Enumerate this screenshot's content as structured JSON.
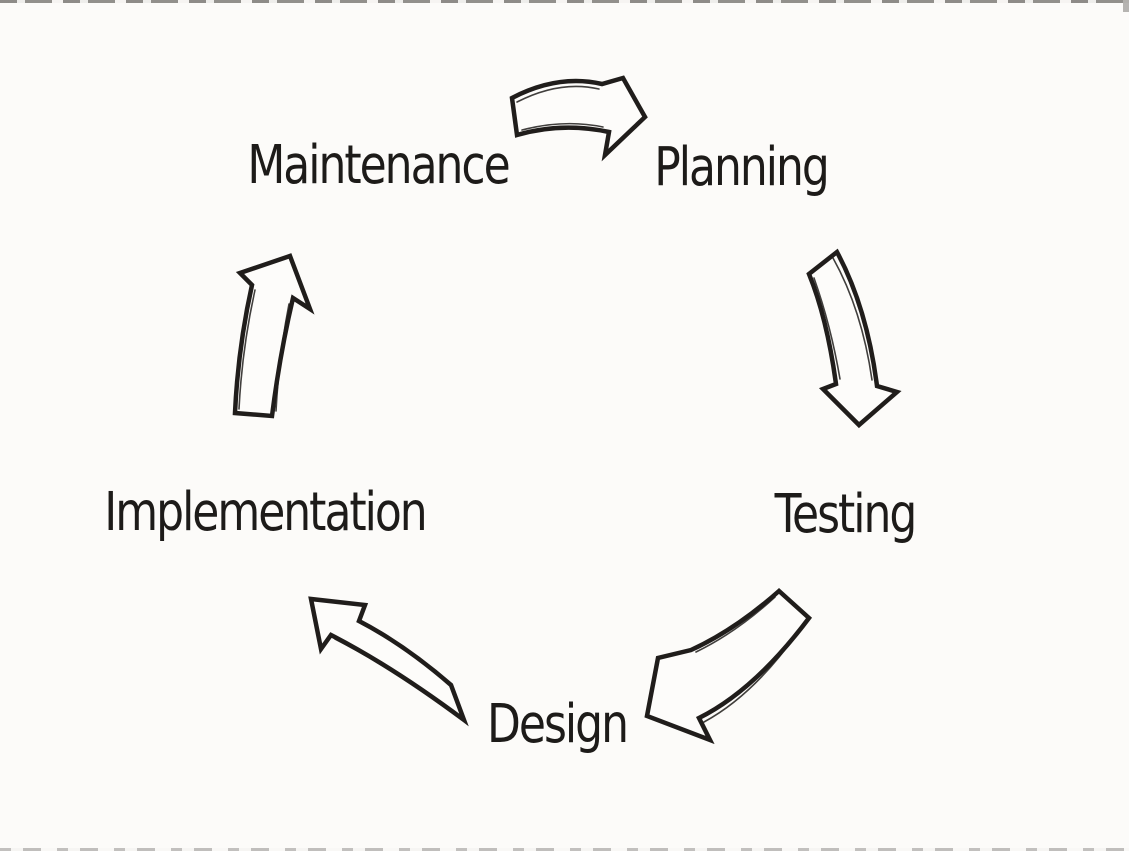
{
  "page": {
    "background_color": "#fcfbf9",
    "ink_color": "#201d1b",
    "style": "hand-drawn whiteboard sketch"
  },
  "diagram": {
    "type": "cycle",
    "title": "",
    "nodes": [
      {
        "id": "maintenance",
        "label": "Maintenance",
        "position": "top-left"
      },
      {
        "id": "planning",
        "label": "Planning",
        "position": "top-right"
      },
      {
        "id": "testing",
        "label": "Testing",
        "position": "right"
      },
      {
        "id": "design",
        "label": "Design",
        "position": "bottom-center"
      },
      {
        "id": "implementation",
        "label": "Implementation",
        "position": "left"
      }
    ],
    "edges": [
      {
        "from": "Maintenance",
        "to": "Planning",
        "arrow_direction": "right"
      },
      {
        "from": "Planning",
        "to": "Testing",
        "arrow_direction": "down"
      },
      {
        "from": "Testing",
        "to": "Design",
        "arrow_direction": "down-left"
      },
      {
        "from": "Design",
        "to": "Implementation",
        "arrow_direction": "up-left"
      },
      {
        "from": "Implementation",
        "to": "Maintenance",
        "arrow_direction": "up"
      }
    ]
  }
}
